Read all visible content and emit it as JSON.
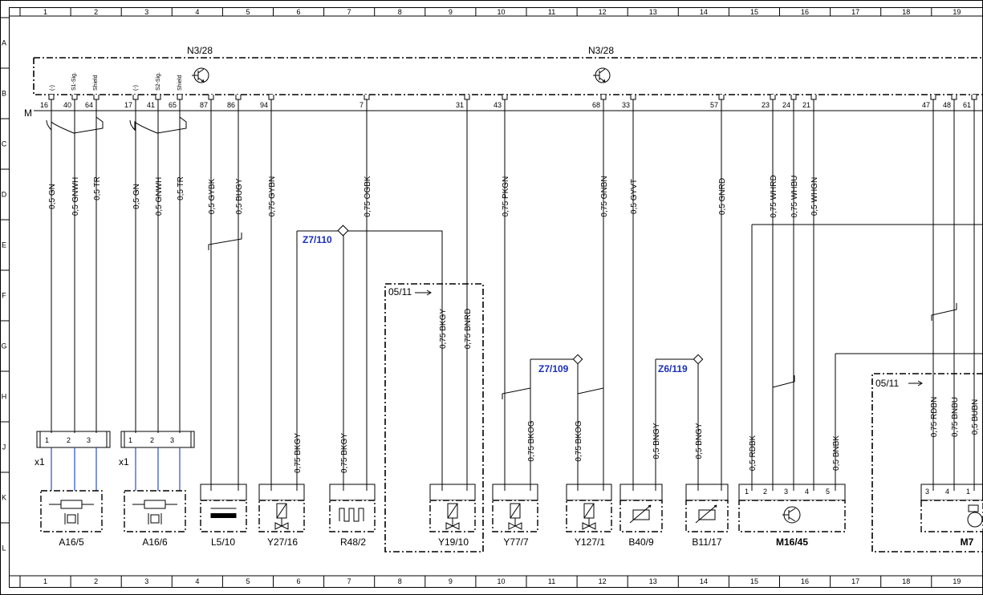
{
  "grid": {
    "columns": [
      "1",
      "2",
      "3",
      "4",
      "5",
      "6",
      "7",
      "8",
      "9",
      "10",
      "11",
      "12",
      "13",
      "14",
      "15",
      "16",
      "17",
      "18",
      "19"
    ],
    "rows": [
      "A",
      "B",
      "C",
      "D",
      "E",
      "F",
      "G",
      "H",
      "J",
      "K",
      "L"
    ]
  },
  "modules": {
    "main_left": "N3/28",
    "main_right": "N3/28",
    "bus_label": "M",
    "date_box_1": "05/11",
    "date_box_2": "05/11"
  },
  "pin_signals": {
    "neg": "(-)",
    "s1": "S1-Sig.",
    "s2": "S2-Sig.",
    "shield": "Shield"
  },
  "pins": [
    {
      "id": "p16",
      "label": "16"
    },
    {
      "id": "p40",
      "label": "40"
    },
    {
      "id": "p64",
      "label": "64"
    },
    {
      "id": "p17",
      "label": "17"
    },
    {
      "id": "p41",
      "label": "41"
    },
    {
      "id": "p65",
      "label": "65"
    },
    {
      "id": "p87",
      "label": "87"
    },
    {
      "id": "p86",
      "label": "86"
    },
    {
      "id": "p94",
      "label": "94"
    },
    {
      "id": "p7",
      "label": "7"
    },
    {
      "id": "p31",
      "label": "31"
    },
    {
      "id": "p43",
      "label": "43"
    },
    {
      "id": "p68",
      "label": "68"
    },
    {
      "id": "p33",
      "label": "33"
    },
    {
      "id": "p57",
      "label": "57"
    },
    {
      "id": "p23",
      "label": "23"
    },
    {
      "id": "p24",
      "label": "24"
    },
    {
      "id": "p21",
      "label": "21"
    },
    {
      "id": "p47",
      "label": "47"
    },
    {
      "id": "p48",
      "label": "48"
    },
    {
      "id": "p61",
      "label": "61"
    }
  ],
  "wires": [
    {
      "id": "w1",
      "label": "0,5 GN"
    },
    {
      "id": "w2",
      "label": "0,5 GNWH"
    },
    {
      "id": "w3",
      "label": "0,5 TR"
    },
    {
      "id": "w4",
      "label": "0,5 GN"
    },
    {
      "id": "w5",
      "label": "0,5 GNWH"
    },
    {
      "id": "w6",
      "label": "0,5 TR"
    },
    {
      "id": "w7",
      "label": "0,5 GYBK"
    },
    {
      "id": "w8",
      "label": "0,5 BUGY"
    },
    {
      "id": "w9",
      "label": "0,75 GYBN"
    },
    {
      "id": "w10",
      "label": "0,75 OGBK"
    },
    {
      "id": "w11",
      "label": "0,75 PKGN"
    },
    {
      "id": "w12",
      "label": "0,75 GNBN"
    },
    {
      "id": "w13",
      "label": "0,5 GYVT"
    },
    {
      "id": "w14",
      "label": "0,5 GNRD"
    },
    {
      "id": "w15",
      "label": "0,75 WHRD"
    },
    {
      "id": "w16",
      "label": "0,75 WHBU"
    },
    {
      "id": "w17",
      "label": "0,5 WHGN"
    },
    {
      "id": "w18",
      "label": "0,75 BKGY"
    },
    {
      "id": "w19",
      "label": "0,75 BNRD"
    },
    {
      "id": "w20",
      "label": "0,75 BKGY"
    },
    {
      "id": "w21",
      "label": "0,75 BKGY"
    },
    {
      "id": "w22",
      "label": "0,75 BKOG"
    },
    {
      "id": "w23",
      "label": "0,75 BKOG"
    },
    {
      "id": "w24",
      "label": "0,5 BNGY"
    },
    {
      "id": "w25",
      "label": "0,5 BNGY"
    },
    {
      "id": "w26",
      "label": "0,5 RDBK"
    },
    {
      "id": "w27",
      "label": "0,5 BNBK"
    },
    {
      "id": "w28",
      "label": "0,75 RDBN"
    },
    {
      "id": "w29",
      "label": "0,75 BNBU"
    },
    {
      "id": "w30",
      "label": "0,5 BUBN"
    }
  ],
  "splices": {
    "s1": "Z7/110",
    "s2": "Z7/109",
    "s3": "Z6/119"
  },
  "connector": {
    "x1_label": "x1",
    "pin1": "1",
    "pin2": "2",
    "pin3": "3",
    "pin4": "4",
    "pin5": "5"
  },
  "components": [
    {
      "id": "c1",
      "label": "A16/5"
    },
    {
      "id": "c2",
      "label": "A16/6"
    },
    {
      "id": "c3",
      "label": "L5/10"
    },
    {
      "id": "c4",
      "label": "Y27/16"
    },
    {
      "id": "c5",
      "label": "R48/2"
    },
    {
      "id": "c6",
      "label": "Y19/10"
    },
    {
      "id": "c7",
      "label": "Y77/7"
    },
    {
      "id": "c8",
      "label": "Y127/1"
    },
    {
      "id": "c9",
      "label": "B40/9"
    },
    {
      "id": "c10",
      "label": "B11/17"
    },
    {
      "id": "c11",
      "label": "M16/45"
    },
    {
      "id": "c12",
      "label": "M7"
    }
  ],
  "colors": {
    "line": "#000000",
    "splice_text": "#1b2fbf",
    "shield_wire": "#2a4fc7"
  }
}
